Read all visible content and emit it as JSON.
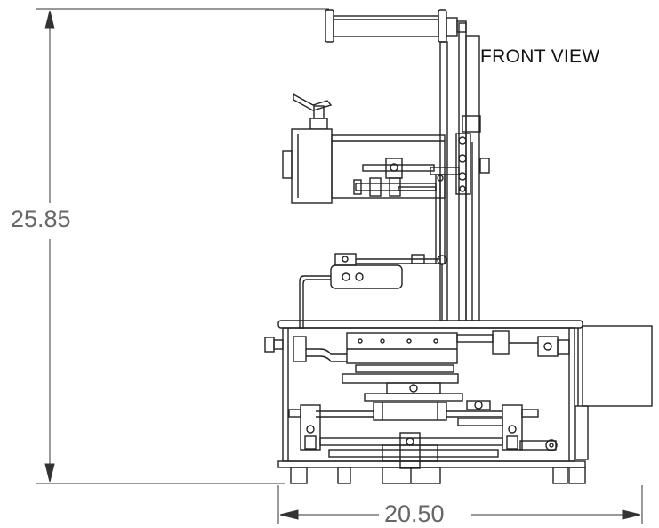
{
  "drawing": {
    "view_title": "FRONT VIEW",
    "dimensions": {
      "overall_height": "25.85",
      "overall_width": "20.50"
    },
    "colors": {
      "line": "#222222",
      "dimension_text": "#666666",
      "fill": "#ffffff"
    }
  }
}
